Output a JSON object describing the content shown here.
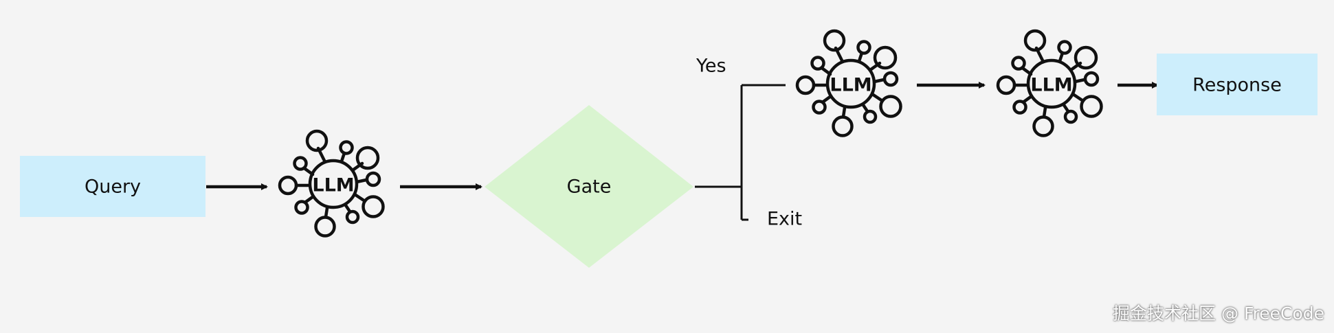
{
  "diagram": {
    "query_label": "Query",
    "gate_label": "Gate",
    "yes_label": "Yes",
    "exit_label": "Exit",
    "response_label": "Response",
    "llm_label": "LLM"
  },
  "watermark": "掘金技术社区 @ FreeCode",
  "colors": {
    "background": "#f4f4f4",
    "box_fill": "#cdeefc",
    "gate_fill": "#d9f4d0",
    "stroke": "#111111"
  }
}
